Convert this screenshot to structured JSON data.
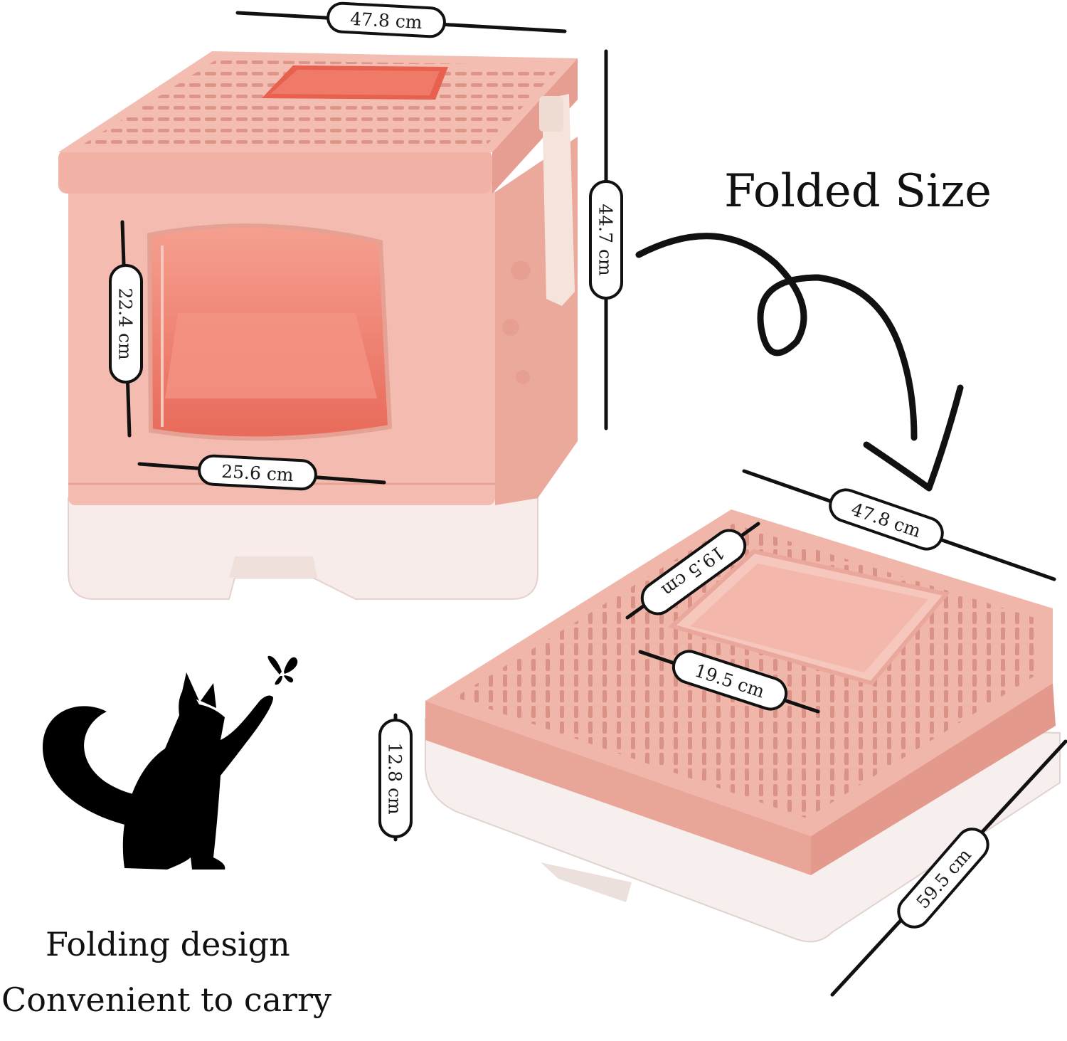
{
  "headings": {
    "folded_size": "Folded Size",
    "folding_design": "Folding design",
    "convenient": "Convenient to carry"
  },
  "dimensions": {
    "assembled_width": "47.8 cm",
    "assembled_height": "44.7 cm",
    "door_height": "22.4 cm",
    "door_width": "25.6 cm",
    "folded_width": "47.8 cm",
    "top_opening_depth": "19.5 cm",
    "top_opening_width": "19.5 cm",
    "folded_height": "12.8 cm",
    "folded_length": "59.5 cm"
  },
  "colors": {
    "body_pink": "#f2b5a8",
    "lid_pink": "#ecaea3",
    "window": "#f08070",
    "tray_white": "#f7ecea",
    "ink": "#111111"
  },
  "icons": {
    "arrow": "curly-arrow-icon",
    "cat": "cat-silhouette-icon",
    "butterfly": "butterfly-icon"
  }
}
